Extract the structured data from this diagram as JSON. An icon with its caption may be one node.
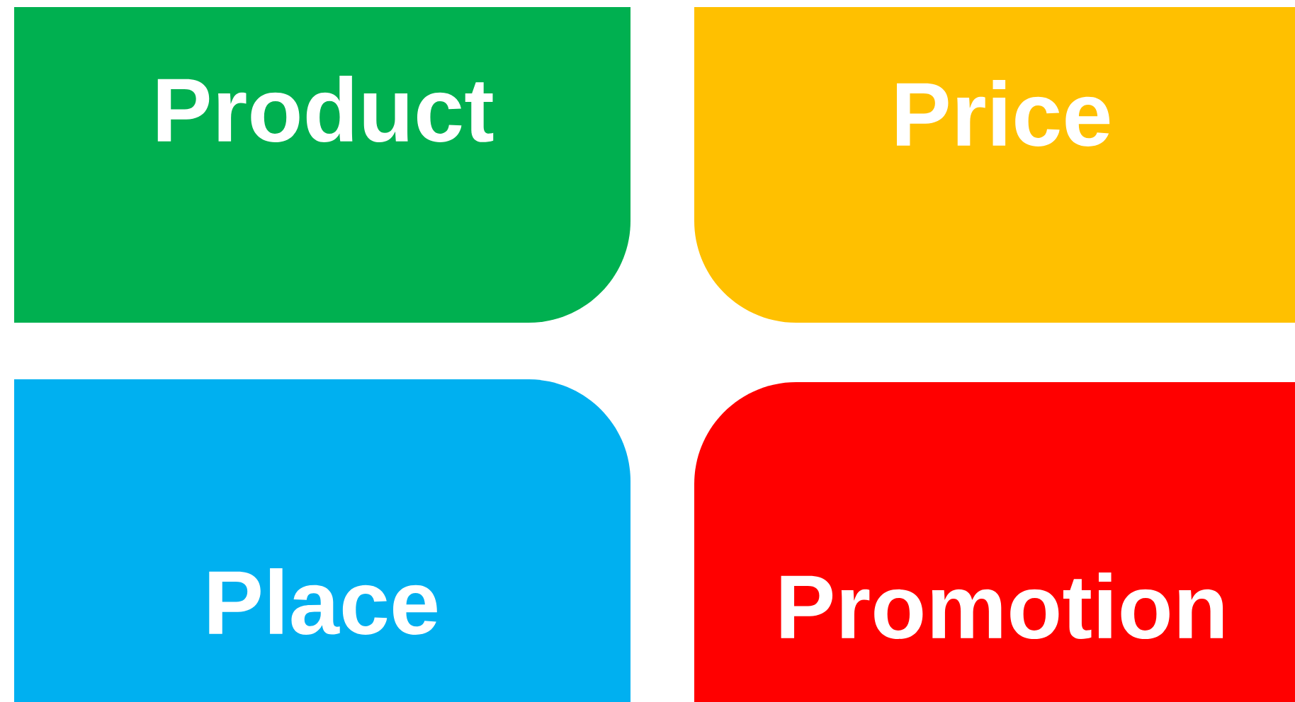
{
  "diagram": {
    "nodes": [
      {
        "text": [
          "Product"
        ]
      },
      {
        "text": [
          "Price"
        ]
      },
      {
        "text": [
          "Place"
        ]
      },
      {
        "text": [
          "Promotion"
        ]
      }
    ]
  }
}
